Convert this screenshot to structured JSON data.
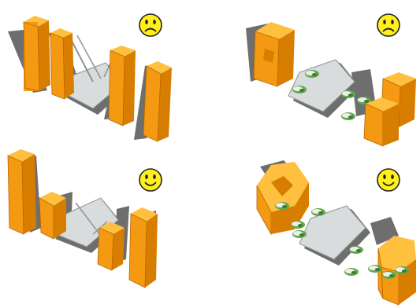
{
  "colors": {
    "building_front": "#f39a12",
    "building_side": "#d77d00",
    "building_top": "#ffbf3f",
    "building_edge": "#b86600",
    "shadow": "#6e6e6e",
    "plaza": "#d8dcdc",
    "plaza_edge": "#8c9595",
    "face_fill": "#ffef1a",
    "face_stroke": "#222222",
    "tree_green": "#5fa84b",
    "tree_white": "#eef0e8"
  },
  "panels": [
    {
      "position": "top-left",
      "face_icon": "frown-icon",
      "mood": "sad"
    },
    {
      "position": "top-right",
      "face_icon": "frown-icon",
      "mood": "sad"
    },
    {
      "position": "bottom-left",
      "face_icon": "smile-icon",
      "mood": "happy"
    },
    {
      "position": "bottom-right",
      "face_icon": "smile-icon",
      "mood": "happy"
    }
  ]
}
